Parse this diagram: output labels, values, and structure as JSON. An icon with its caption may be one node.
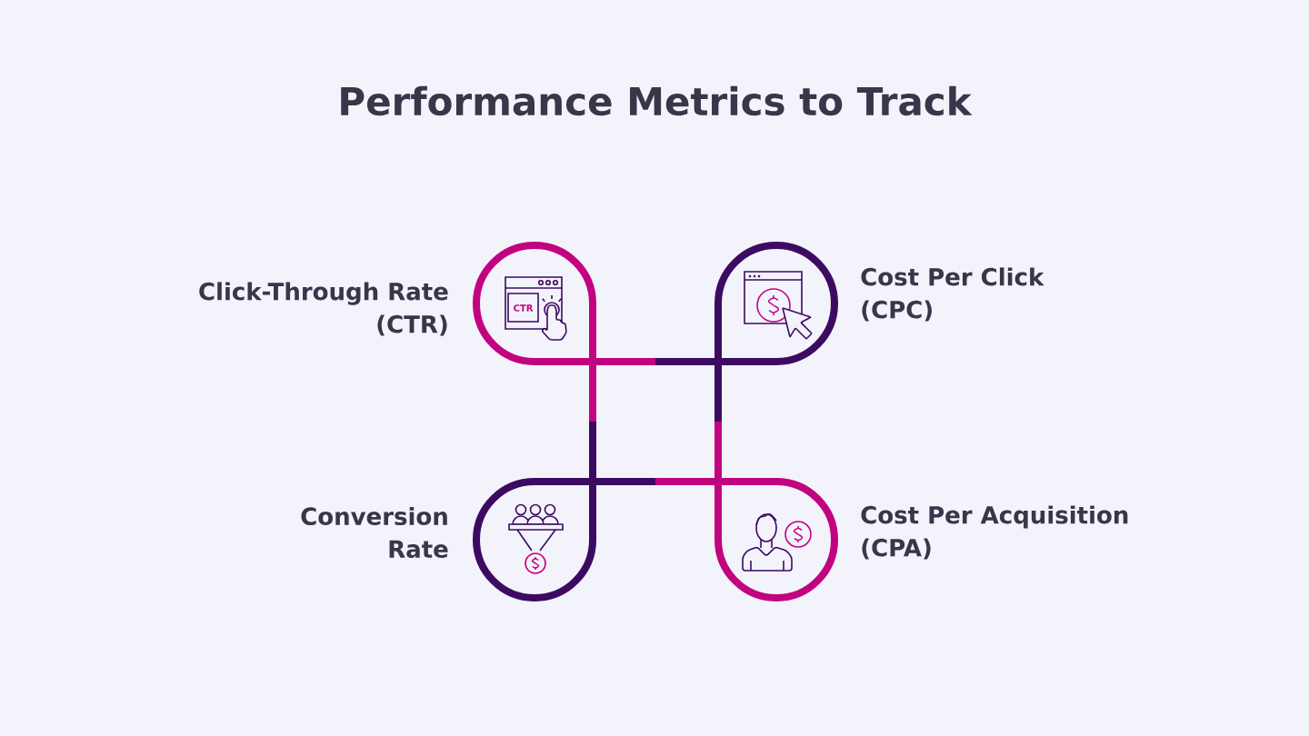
{
  "diagram": {
    "title": "Performance Metrics to Track",
    "nodes": [
      {
        "text": [
          "Click-Through Rate (CTR)"
        ]
      },
      {
        "text": [
          "Cost Per Click (CPC)"
        ]
      },
      {
        "text": [
          "Conversion Rate"
        ]
      },
      {
        "text": [
          "Cost Per Acquisition (CPA)"
        ]
      }
    ],
    "edges": [
      {
        "from": 0,
        "to": 1,
        "arrow": "none"
      },
      {
        "from": 0,
        "to": 2,
        "arrow": "none"
      },
      {
        "from": 1,
        "to": 3,
        "arrow": "none",
        "color": "#3d0a62"
      },
      {
        "from": 2,
        "to": 3,
        "arrow": "none",
        "color": "#3d0a62"
      }
    ],
    "labels": [
      "CTR"
    ]
  }
}
